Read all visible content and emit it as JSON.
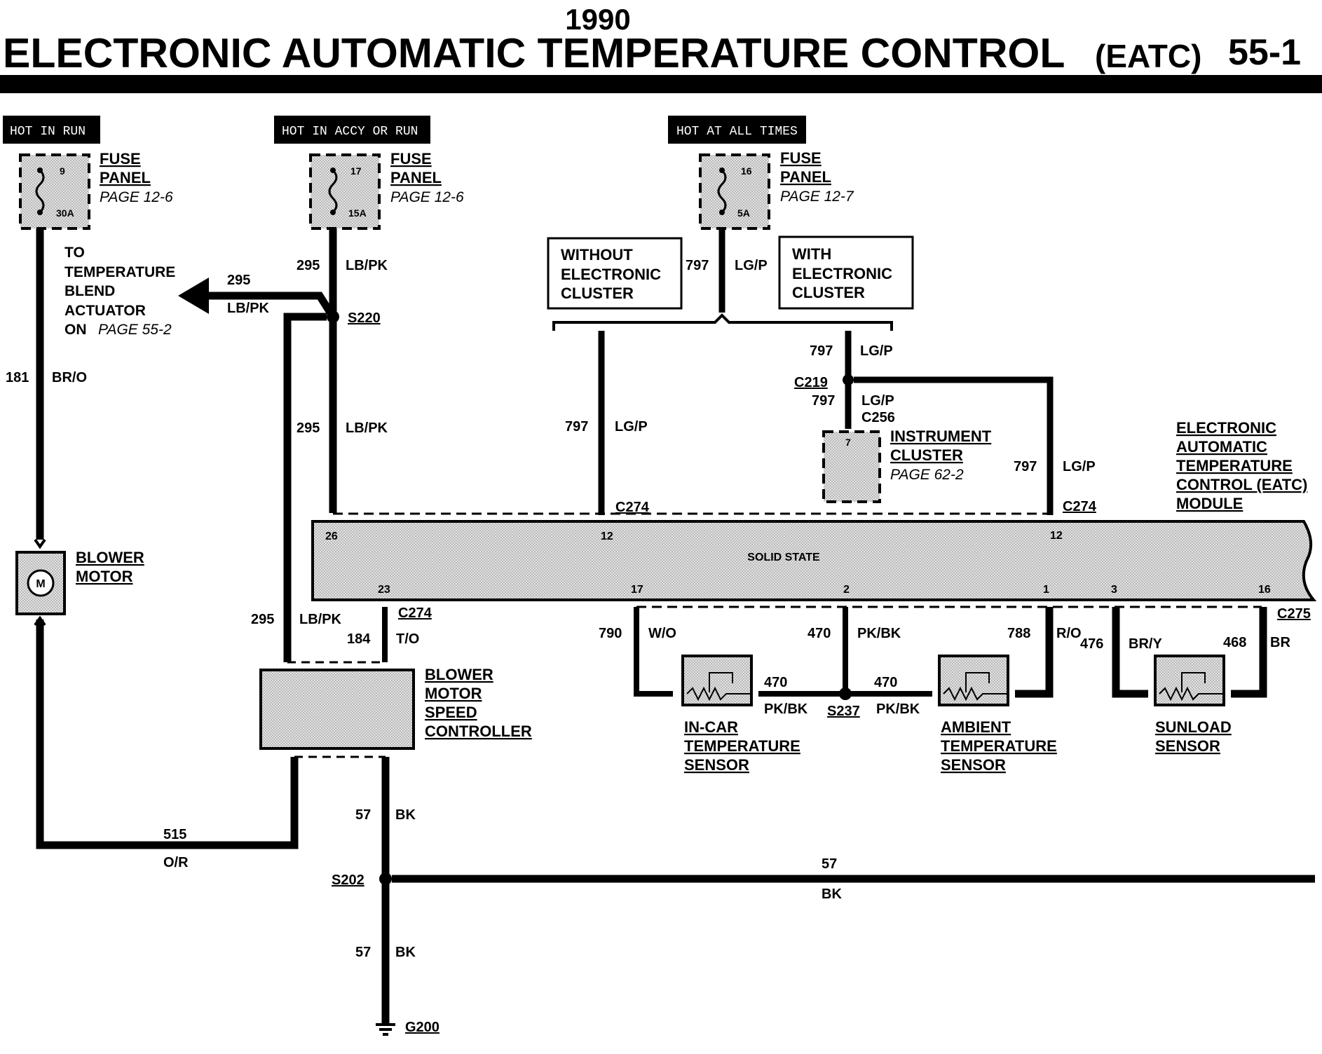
{
  "header": {
    "year": "1990",
    "title": "ELECTRONIC AUTOMATIC TEMPERATURE CONTROL",
    "title_suffix": "(EATC)",
    "page_number": "55-1"
  },
  "power_sources": {
    "hot_in_run": "HOT IN RUN",
    "hot_in_accy_or_run": "HOT IN ACCY OR RUN",
    "hot_at_all_times": "HOT AT ALL TIMES"
  },
  "fuses": [
    {
      "number": "9",
      "rating": "30A",
      "label_1": "FUSE",
      "label_2": "PANEL",
      "page": "PAGE 12-6"
    },
    {
      "number": "17",
      "rating": "15A",
      "label_1": "FUSE",
      "label_2": "PANEL",
      "page": "PAGE 12-6"
    },
    {
      "number": "16",
      "rating": "5A",
      "label_1": "FUSE",
      "label_2": "PANEL",
      "page": "PAGE 12-7"
    }
  ],
  "wires": {
    "w181": "181",
    "br_o": "BR/O",
    "w295": "295",
    "lb_pk": "LB/PK",
    "w797": "797",
    "lg_p": "LG/P",
    "w184": "184",
    "t_o": "T/O",
    "w515": "515",
    "o_r": "O/R",
    "w57": "57",
    "bk": "BK",
    "w790": "790",
    "w_o": "W/O",
    "w470": "470",
    "pk_bk": "PK/BK",
    "w788": "788",
    "r_o": "R/O",
    "w476": "476",
    "br_y": "BR/Y",
    "w468": "468",
    "br": "BR"
  },
  "splices": {
    "s220": "S220",
    "s202": "S202",
    "s237": "S237",
    "c219": "C219",
    "c256": "C256",
    "c274": "C274",
    "c275": "C275",
    "g200": "G200"
  },
  "arrow_note": {
    "line1": "TO",
    "line2": "TEMPERATURE",
    "line3": "BLEND",
    "line4": "ACTUATOR",
    "line5_a": "ON ",
    "line5_b": "PAGE 55-2"
  },
  "options": {
    "without_1": "WITHOUT",
    "without_2": "ELECTRONIC",
    "without_3": "CLUSTER",
    "with_1": "WITH",
    "with_2": "ELECTRONIC",
    "with_3": "CLUSTER"
  },
  "instrument_cluster": {
    "pin": "7",
    "line1": "INSTRUMENT",
    "line2": "CLUSTER",
    "page": "PAGE 62-2"
  },
  "module": {
    "line1": "ELECTRONIC",
    "line2": "AUTOMATIC",
    "line3": "TEMPERATURE",
    "line4": "CONTROL (EATC)",
    "line5": "MODULE",
    "body": "SOLID STATE",
    "pins": {
      "p26": "26",
      "p12a": "12",
      "p12b": "12",
      "p23": "23",
      "p17": "17",
      "p2": "2",
      "p1": "1",
      "p3": "3",
      "p16": "16"
    }
  },
  "blower_motor": {
    "symbol": "M",
    "line1": "BLOWER",
    "line2": "MOTOR"
  },
  "speed_controller": {
    "line1": "BLOWER",
    "line2": "MOTOR",
    "line3": "SPEED",
    "line4": "CONTROLLER"
  },
  "sensors": {
    "incar_1": "IN-CAR",
    "incar_2": "TEMPERATURE",
    "incar_3": "SENSOR",
    "ambient_1": "AMBIENT",
    "ambient_2": "TEMPERATURE",
    "ambient_3": "SENSOR",
    "sunload_1": "SUNLOAD",
    "sunload_2": "SENSOR"
  }
}
